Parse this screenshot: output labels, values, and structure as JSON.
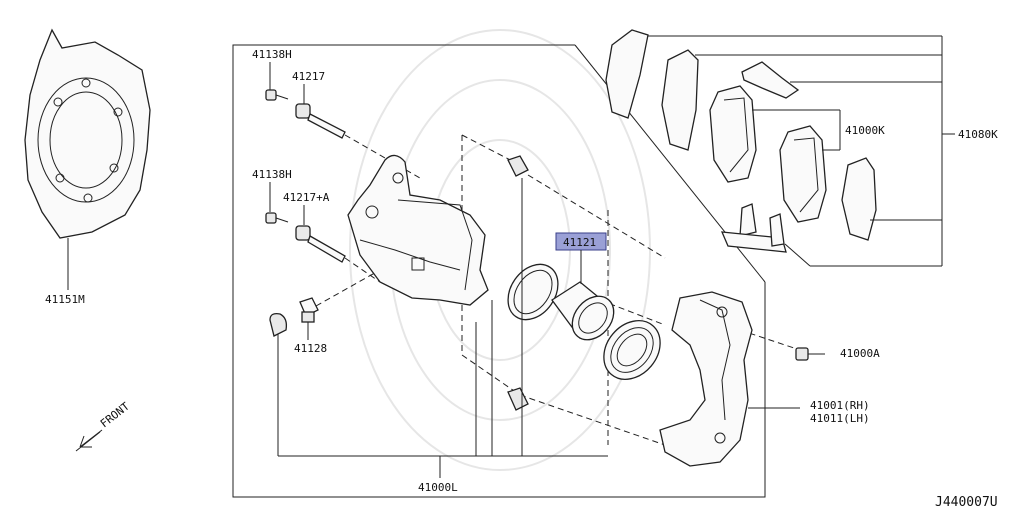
{
  "labels": {
    "p41151M": "41151M",
    "p41138H_top": "41138H",
    "p41217_top": "41217",
    "p41138H_mid": "41138H",
    "p41217A": "41217+A",
    "p41128": "41128",
    "p41121": "41121",
    "p41000K": "41000K",
    "p41080K": "41080K",
    "p41000A": "41000A",
    "p41001": "41001(RH)",
    "p41011": "41011(LH)",
    "p41000L": "41000L",
    "front": "FRONT",
    "figure_code": "J440007U"
  },
  "colors": {
    "highlight_fill": "#9aa0d6",
    "highlight_stroke": "#3a3f8a",
    "line": "#222222"
  },
  "icons": {
    "front_arrow": "arrow-icon"
  }
}
